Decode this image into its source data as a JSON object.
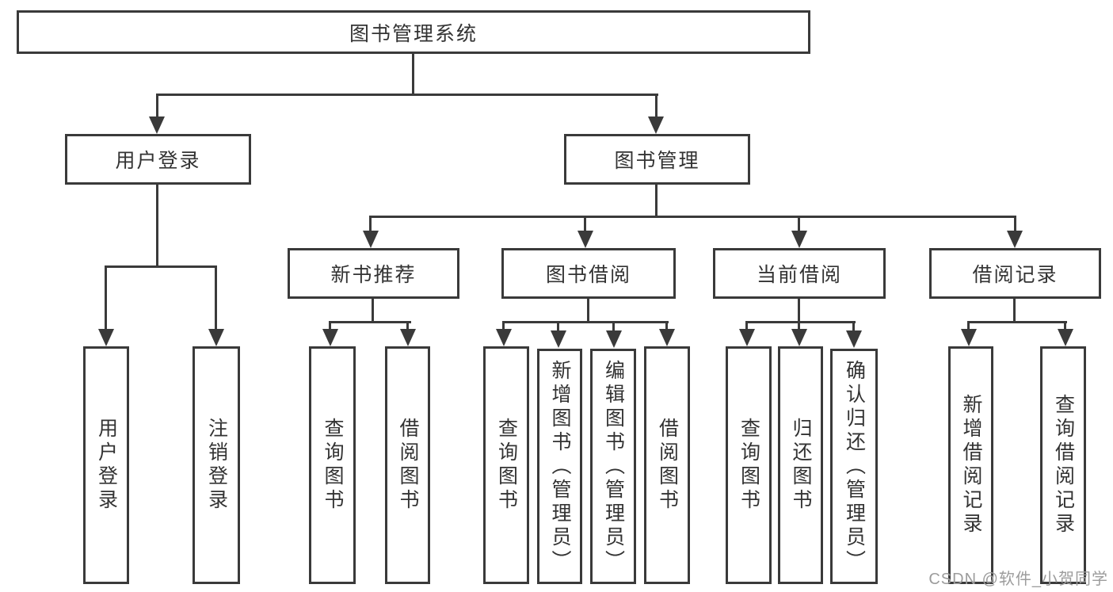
{
  "diagram_type": "hierarchy-tree",
  "colors": {
    "line": "#3a3a3a",
    "text": "#333333",
    "background": "#ffffff",
    "watermark": "#9c9c9c"
  },
  "tree": {
    "root": "图书管理系统",
    "branches": [
      {
        "label": "用户登录",
        "leaves": [
          "用户登录",
          "注销登录"
        ]
      },
      {
        "label": "图书管理",
        "groups": [
          {
            "label": "新书推荐",
            "leaves": [
              "查询图书",
              "借阅图书"
            ]
          },
          {
            "label": "图书借阅",
            "leaves": [
              "查询图书",
              "新增图书（管理员）",
              "编辑图书（管理员）",
              "借阅图书"
            ]
          },
          {
            "label": "当前借阅",
            "leaves": [
              "查询图书",
              "归还图书",
              "确认归还（管理员）"
            ]
          },
          {
            "label": "借阅记录",
            "leaves": [
              "新增借阅记录",
              "查询借阅记录"
            ]
          }
        ]
      }
    ]
  },
  "watermark": "CSDN @软件_小贺同学"
}
